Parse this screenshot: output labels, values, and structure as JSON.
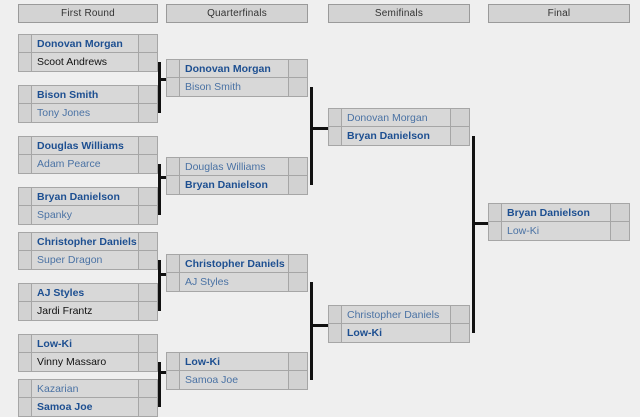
{
  "headers": [
    {
      "label": "First Round"
    },
    {
      "label": "Quarterfinals"
    },
    {
      "label": "Semifinals"
    },
    {
      "label": "Final"
    }
  ],
  "colors": {
    "winner_text": "#1d4f91",
    "loser_dark_text": "#111111",
    "loser_blue_text": "#4a72a4",
    "cell_fill": "#d8d8d8",
    "background": "#efefef",
    "connector": "#111111"
  },
  "rounds": {
    "first_round": [
      {
        "top": {
          "seed": "",
          "name": "Donovan Morgan",
          "score": "",
          "style": "win"
        },
        "bottom": {
          "seed": "",
          "name": "Scoot Andrews",
          "score": "",
          "style": "lose-dark"
        }
      },
      {
        "top": {
          "seed": "",
          "name": "Bison Smith",
          "score": "",
          "style": "win"
        },
        "bottom": {
          "seed": "",
          "name": "Tony Jones",
          "score": "",
          "style": "lose-blue"
        }
      },
      {
        "top": {
          "seed": "",
          "name": "Douglas Williams",
          "score": "",
          "style": "win"
        },
        "bottom": {
          "seed": "",
          "name": "Adam Pearce",
          "score": "",
          "style": "lose-blue"
        }
      },
      {
        "top": {
          "seed": "",
          "name": "Bryan Danielson",
          "score": "",
          "style": "win"
        },
        "bottom": {
          "seed": "",
          "name": "Spanky",
          "score": "",
          "style": "lose-blue"
        }
      },
      {
        "top": {
          "seed": "",
          "name": "Christopher Daniels",
          "score": "",
          "style": "win"
        },
        "bottom": {
          "seed": "",
          "name": "Super Dragon",
          "score": "",
          "style": "lose-blue"
        }
      },
      {
        "top": {
          "seed": "",
          "name": "AJ Styles",
          "score": "",
          "style": "win"
        },
        "bottom": {
          "seed": "",
          "name": "Jardi Frantz",
          "score": "",
          "style": "lose-dark"
        }
      },
      {
        "top": {
          "seed": "",
          "name": "Low-Ki",
          "score": "",
          "style": "win"
        },
        "bottom": {
          "seed": "",
          "name": "Vinny Massaro",
          "score": "",
          "style": "lose-dark"
        }
      },
      {
        "top": {
          "seed": "",
          "name": "Kazarian",
          "score": "",
          "style": "lose-blue"
        },
        "bottom": {
          "seed": "",
          "name": "Samoa Joe",
          "score": "",
          "style": "win"
        }
      }
    ],
    "quarterfinals": [
      {
        "top": {
          "seed": "",
          "name": "Donovan Morgan",
          "score": "",
          "style": "win"
        },
        "bottom": {
          "seed": "",
          "name": "Bison Smith",
          "score": "",
          "style": "lose-blue"
        }
      },
      {
        "top": {
          "seed": "",
          "name": "Douglas Williams",
          "score": "",
          "style": "lose-blue"
        },
        "bottom": {
          "seed": "",
          "name": "Bryan Danielson",
          "score": "",
          "style": "win"
        }
      },
      {
        "top": {
          "seed": "",
          "name": "Christopher Daniels",
          "score": "",
          "style": "win"
        },
        "bottom": {
          "seed": "",
          "name": "AJ Styles",
          "score": "",
          "style": "lose-blue"
        }
      },
      {
        "top": {
          "seed": "",
          "name": "Low-Ki",
          "score": "",
          "style": "win"
        },
        "bottom": {
          "seed": "",
          "name": "Samoa Joe",
          "score": "",
          "style": "lose-blue"
        }
      }
    ],
    "semifinals": [
      {
        "top": {
          "seed": "",
          "name": "Donovan Morgan",
          "score": "",
          "style": "lose-blue"
        },
        "bottom": {
          "seed": "",
          "name": "Bryan Danielson",
          "score": "",
          "style": "win"
        }
      },
      {
        "top": {
          "seed": "",
          "name": "Christopher Daniels",
          "score": "",
          "style": "lose-blue"
        },
        "bottom": {
          "seed": "",
          "name": "Low-Ki",
          "score": "",
          "style": "win"
        }
      }
    ],
    "final": [
      {
        "top": {
          "seed": "",
          "name": "Bryan Danielson",
          "score": "",
          "style": "win"
        },
        "bottom": {
          "seed": "",
          "name": "Low-Ki",
          "score": "",
          "style": "lose-blue"
        }
      }
    ]
  }
}
